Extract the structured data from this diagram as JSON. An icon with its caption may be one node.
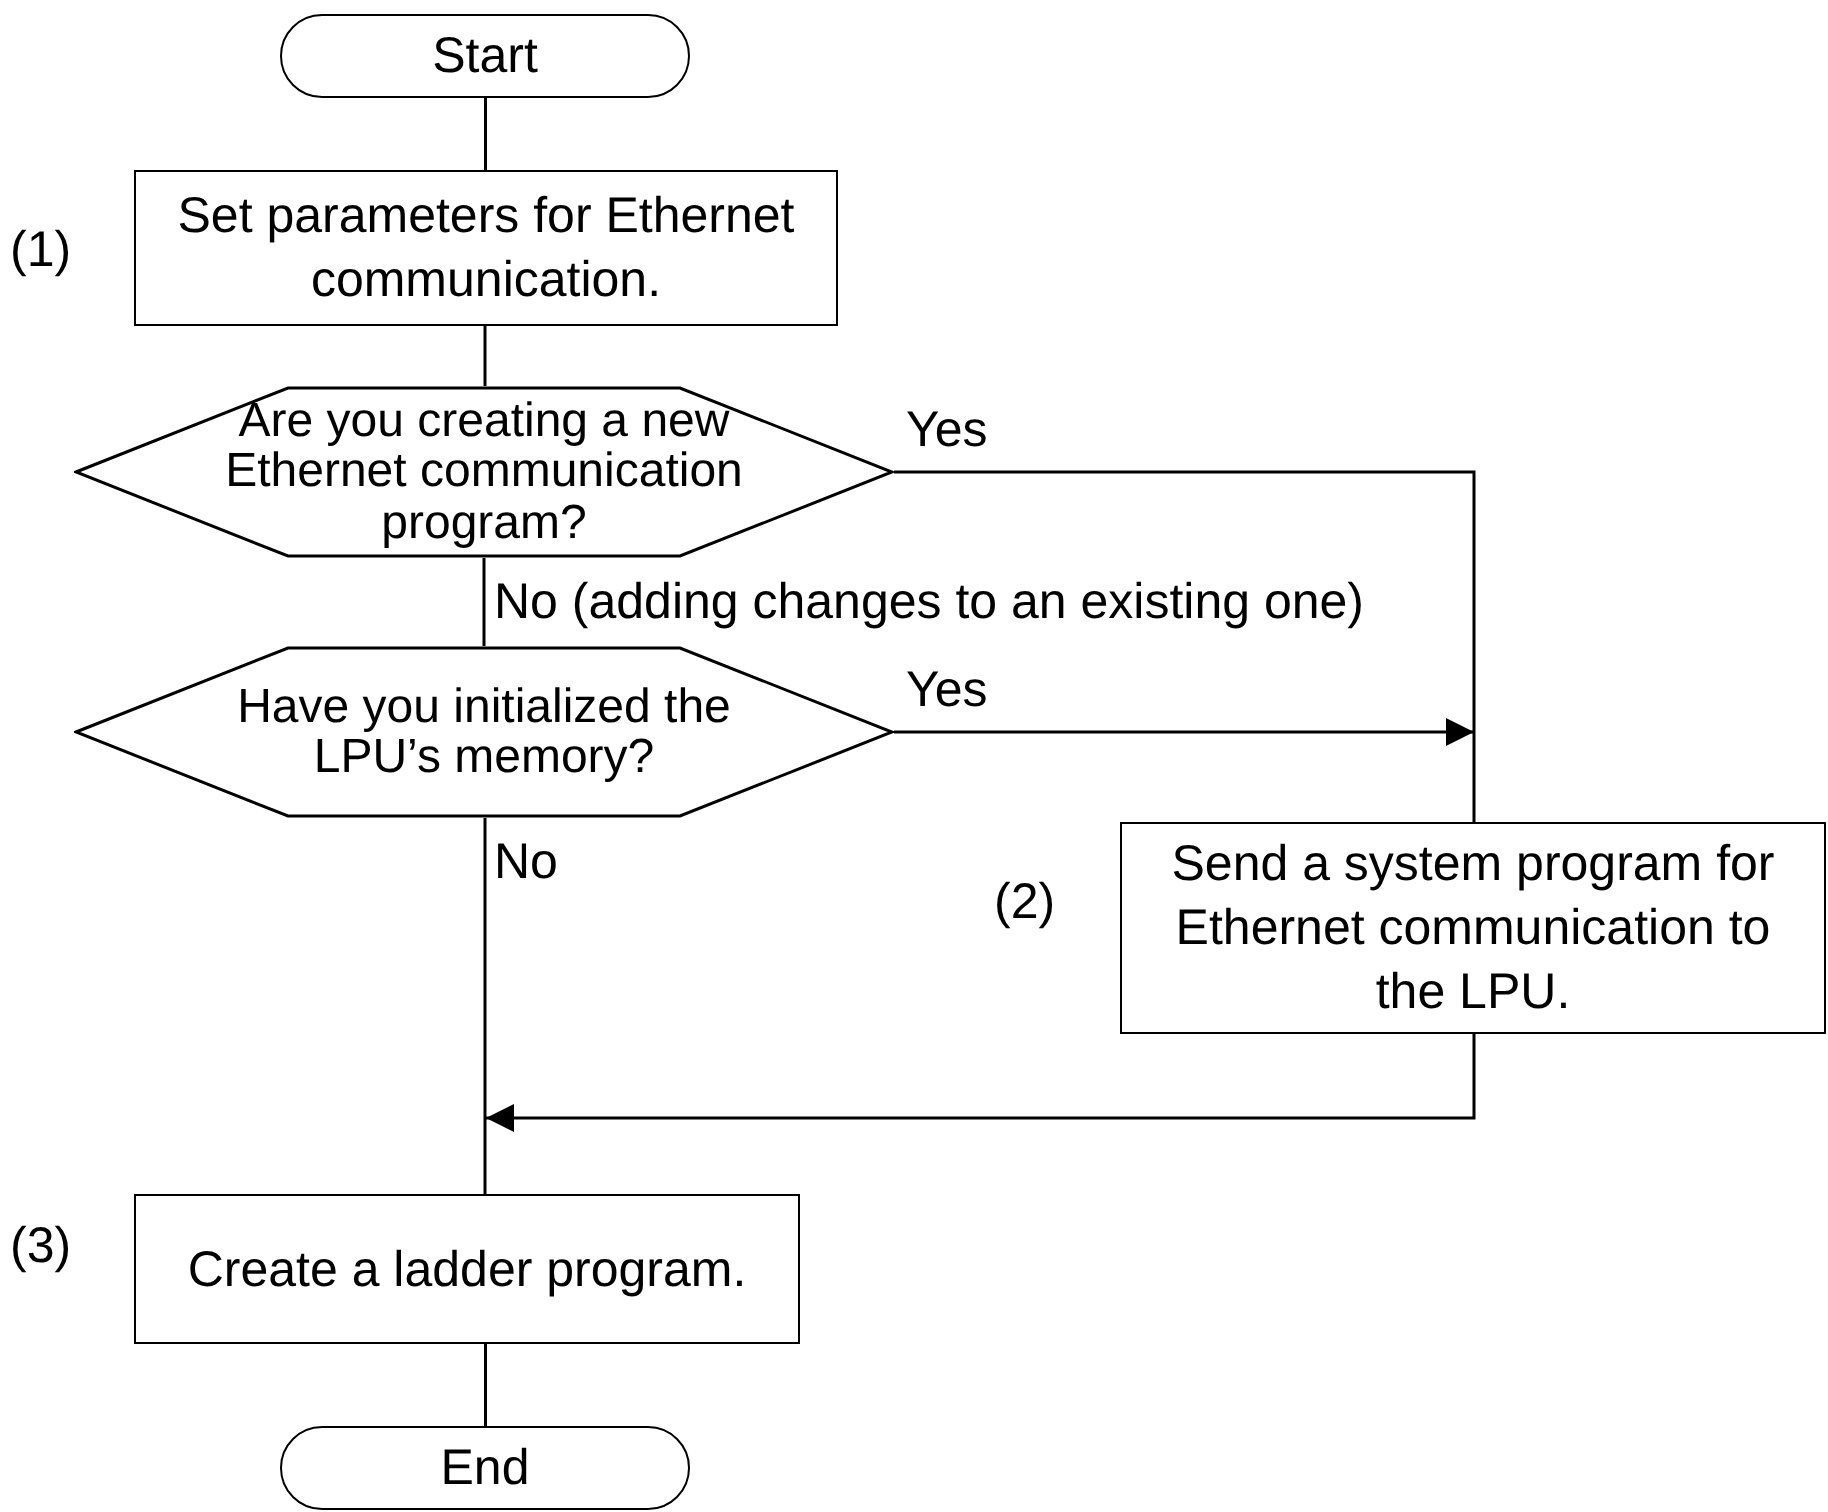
{
  "diagram": {
    "nodes": [
      {
        "text": [
          "Start"
        ]
      },
      {
        "text": [
          "Set parameters for Ethernet communication."
        ],
        "beside": [
          "(1)"
        ]
      },
      {
        "text": [
          "Are you creating a new Ethernet communication program?"
        ]
      },
      {
        "text": [
          "Have you initialized the LPU’s memory?"
        ]
      },
      {
        "text": [
          "Send a system program for Ethernet communication to the LPU."
        ],
        "beside": [
          "(2)"
        ]
      },
      {
        "text": [
          "Create a ladder program."
        ],
        "beside": [
          "(3)"
        ]
      },
      {
        "text": [
          "End"
        ]
      }
    ],
    "edges": [
      {
        "from": 0,
        "to": 1,
        "arrow": "none"
      },
      {
        "from": 1,
        "to": 2,
        "arrow": "none"
      },
      {
        "from": 2,
        "to": 3,
        "arrow": "none",
        "label": "No (adding changes to an existing one)"
      },
      {
        "from": 2,
        "to": 4,
        "arrow": "none",
        "label": "Yes"
      },
      {
        "from": 3,
        "to": 4,
        "arrow": "to",
        "label": "Yes"
      },
      {
        "from": 3,
        "to": 5,
        "arrow": "none",
        "label": "No"
      },
      {
        "from": 4,
        "to": 5,
        "arrow": "to"
      },
      {
        "from": 5,
        "to": 6,
        "arrow": "none"
      }
    ]
  }
}
